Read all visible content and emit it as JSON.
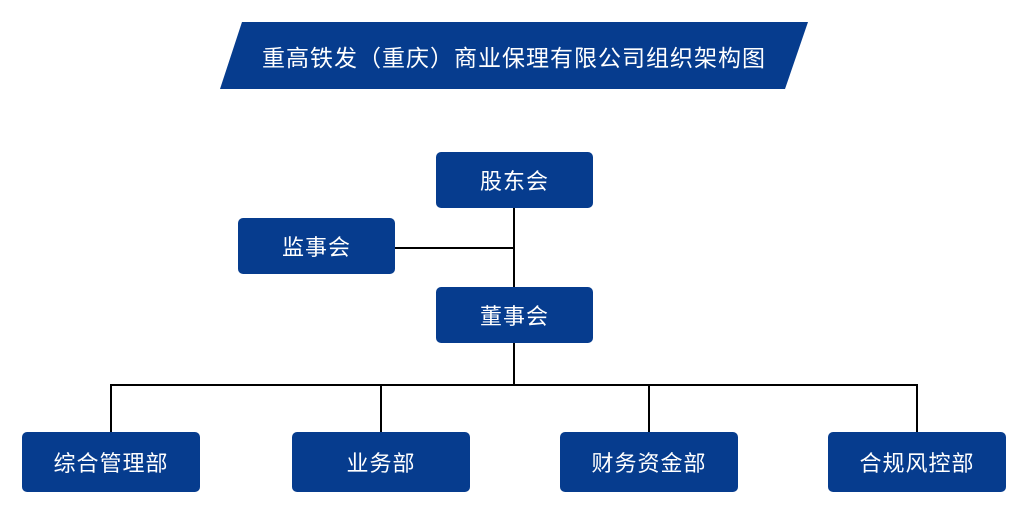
{
  "chart_data": {
    "type": "diagram",
    "diagram_type": "organization-chart",
    "title": "重高铁发（重庆）商业保理有限公司组织架构图",
    "accent_color": "#063c8e",
    "text_color": "#ffffff",
    "connector_color": "#000000",
    "background_color": "#ffffff",
    "nodes": [
      {
        "id": "shareholders",
        "label": "股东会",
        "level": 0
      },
      {
        "id": "supervisors",
        "label": "监事会",
        "level": 1
      },
      {
        "id": "directors",
        "label": "董事会",
        "level": 1
      },
      {
        "id": "dept-general-management",
        "label": "综合管理部",
        "level": 2
      },
      {
        "id": "dept-business",
        "label": "业务部",
        "level": 2
      },
      {
        "id": "dept-finance-funds",
        "label": "财务资金部",
        "level": 2
      },
      {
        "id": "dept-compliance-risk",
        "label": "合规风控部",
        "level": 2
      }
    ],
    "edges": [
      {
        "from": "shareholders",
        "to": "directors"
      },
      {
        "from": "shareholders",
        "to": "supervisors"
      },
      {
        "from": "directors",
        "to": "dept-general-management"
      },
      {
        "from": "directors",
        "to": "dept-business"
      },
      {
        "from": "directors",
        "to": "dept-finance-funds"
      },
      {
        "from": "directors",
        "to": "dept-compliance-risk"
      }
    ]
  },
  "banner": {
    "title": "重高铁发（重庆）商业保理有限公司组织架构图"
  },
  "nodes": {
    "shareholders": "股东会",
    "supervisors": "监事会",
    "directors": "董事会",
    "departments": [
      "综合管理部",
      "业务部",
      "财务资金部",
      "合规风控部"
    ]
  }
}
